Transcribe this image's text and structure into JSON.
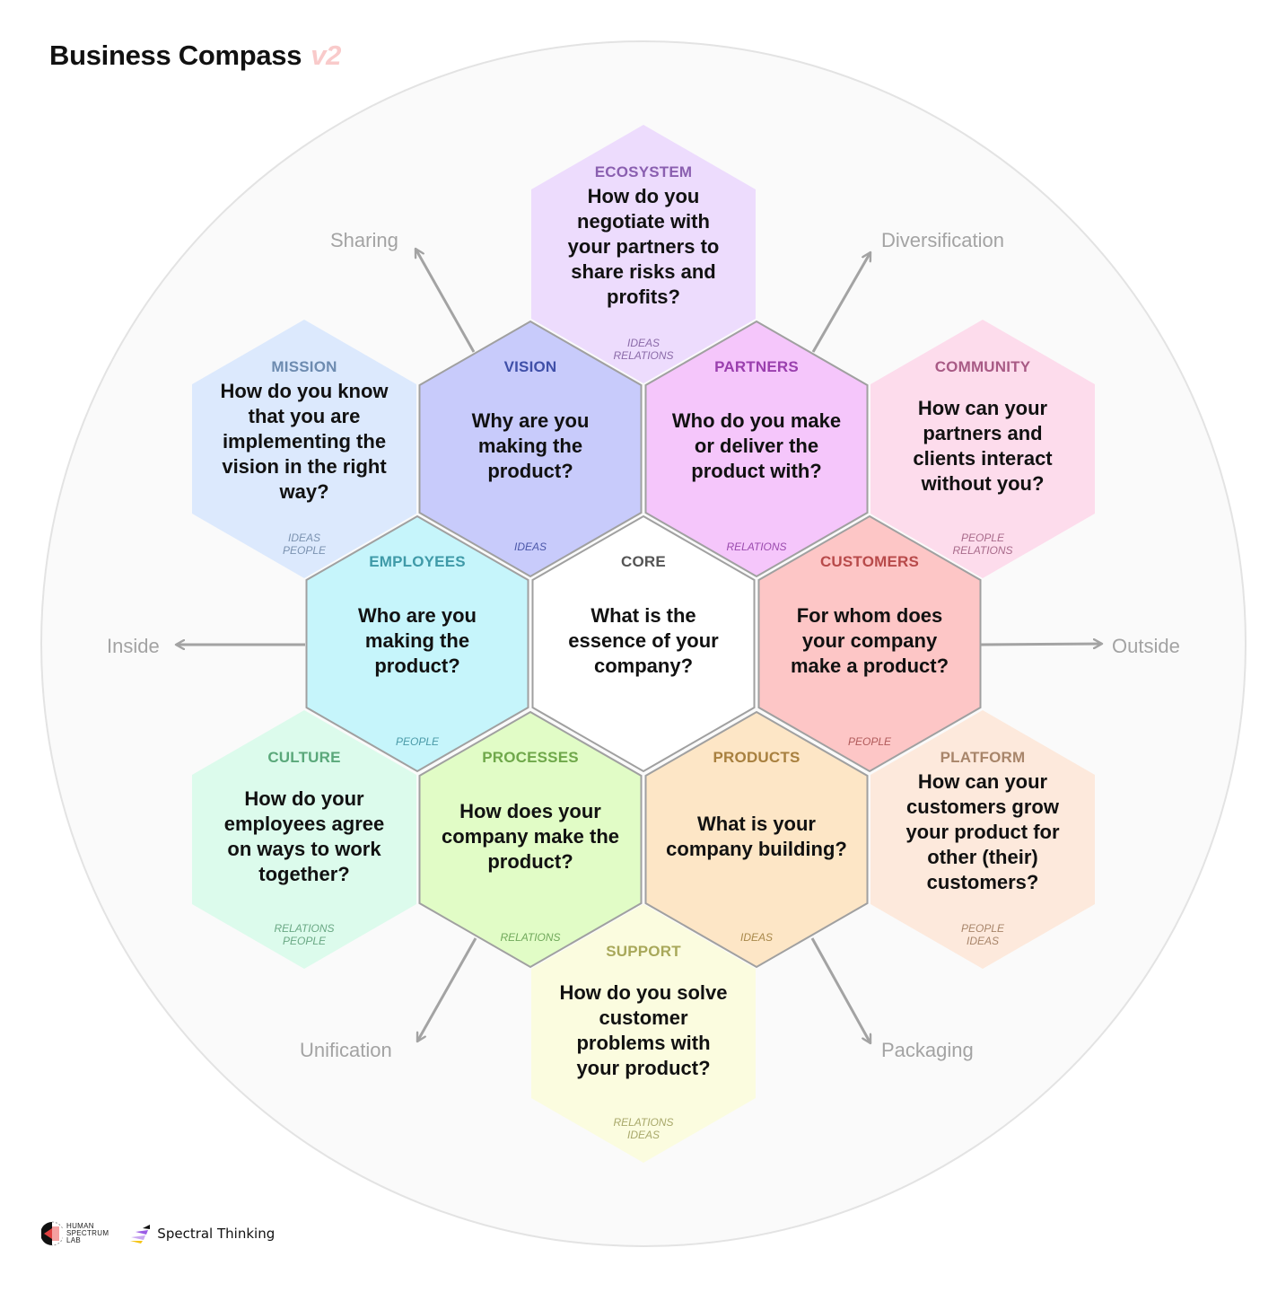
{
  "title": {
    "text": "Business Compass",
    "version": "v2"
  },
  "colors": {
    "background": "#ffffff",
    "circle_fill": "#fafafa",
    "circle_stroke": "#e3e3e3",
    "arrow": "#a3a3a3",
    "hex_stroke": "#a0a0a0"
  },
  "directions": [
    {
      "id": "sharing",
      "label": "Sharing"
    },
    {
      "id": "diversification",
      "label": "Diversification"
    },
    {
      "id": "inside",
      "label": "Inside"
    },
    {
      "id": "outside",
      "label": "Outside"
    },
    {
      "id": "unification",
      "label": "Unification"
    },
    {
      "id": "packaging",
      "label": "Packaging"
    }
  ],
  "hexes": [
    {
      "id": "ecosystem",
      "label": "ECOSYSTEM",
      "question": [
        "How do you",
        "negotiate with",
        "your partners to",
        "share risks and",
        "profits?"
      ],
      "tags": [
        "IDEAS",
        "RELATIONS"
      ],
      "fill": "#eddcfd",
      "label_color": "#8a5fb0",
      "tag_color": "#8a6aa8",
      "inner": false
    },
    {
      "id": "mission",
      "label": "MISSION",
      "question": [
        "How do you know",
        "that you are",
        "implementing the",
        "vision in the right",
        "way?"
      ],
      "tags": [
        "IDEAS",
        "PEOPLE"
      ],
      "fill": "#dce9fd",
      "label_color": "#6d8bb0",
      "tag_color": "#7b92b0",
      "inner": false
    },
    {
      "id": "vision",
      "label": "VISION",
      "question": [
        "Why are you",
        "making the",
        "product?"
      ],
      "tags": [
        "IDEAS"
      ],
      "fill": "#c8cbfb",
      "label_color": "#3f4fa8",
      "tag_color": "#4a56a8",
      "inner": true
    },
    {
      "id": "partners",
      "label": "PARTNERS",
      "question": [
        "Who do you make",
        "or deliver the",
        "product with?"
      ],
      "tags": [
        "RELATIONS"
      ],
      "fill": "#f5c6fb",
      "label_color": "#9a3fae",
      "tag_color": "#9a4aae",
      "inner": true
    },
    {
      "id": "community",
      "label": "COMMUNITY",
      "question": [
        "How can your",
        "partners and",
        "clients interact",
        "without you?"
      ],
      "tags": [
        "PEOPLE",
        "RELATIONS"
      ],
      "fill": "#fddcec",
      "label_color": "#a85a85",
      "tag_color": "#a86a8a",
      "inner": false
    },
    {
      "id": "employees",
      "label": "EMPLOYEES",
      "question": [
        "Who are you",
        "making the",
        "product?"
      ],
      "tags": [
        "PEOPLE"
      ],
      "fill": "#c6f5fb",
      "label_color": "#3f9aa8",
      "tag_color": "#4a9aa8",
      "inner": true
    },
    {
      "id": "core",
      "label": "CORE",
      "question": [
        "What is the",
        "essence of your",
        "company?"
      ],
      "tags": [],
      "fill": "#ffffff",
      "label_color": "#555555",
      "tag_color": "#777777",
      "inner": true
    },
    {
      "id": "customers",
      "label": "CUSTOMERS",
      "question": [
        "For whom does",
        "your company",
        "make a product?"
      ],
      "tags": [
        "PEOPLE"
      ],
      "fill": "#fdc6c6",
      "label_color": "#b84a4a",
      "tag_color": "#b05a5a",
      "inner": true
    },
    {
      "id": "culture",
      "label": "CULTURE",
      "question": [
        "How do your",
        "employees agree",
        "on ways to work",
        "together?"
      ],
      "tags": [
        "RELATIONS",
        "PEOPLE"
      ],
      "fill": "#dcfbec",
      "label_color": "#5aa87a",
      "tag_color": "#6aa884",
      "inner": false
    },
    {
      "id": "processes",
      "label": "PROCESSES",
      "question": [
        "How does your",
        "company make the",
        "product?"
      ],
      "tags": [
        "RELATIONS"
      ],
      "fill": "#e1fcc6",
      "label_color": "#6fa84a",
      "tag_color": "#6fa85a",
      "inner": true
    },
    {
      "id": "products",
      "label": "PRODUCTS",
      "question": [
        "What is your",
        "company building?"
      ],
      "tags": [
        "IDEAS"
      ],
      "fill": "#fde6c6",
      "label_color": "#a8803f",
      "tag_color": "#a8884a",
      "inner": true
    },
    {
      "id": "platform",
      "label": "PLATFORM",
      "question": [
        "How can your",
        "customers grow",
        "your product for",
        "other (their)",
        "customers?"
      ],
      "tags": [
        "PEOPLE",
        "IDEAS"
      ],
      "fill": "#fde9dc",
      "label_color": "#a8856a",
      "tag_color": "#a8856a",
      "inner": false
    },
    {
      "id": "support",
      "label": "SUPPORT",
      "question": [
        "How do you solve",
        "customer",
        "problems with",
        "your product?"
      ],
      "tags": [
        "RELATIONS",
        "IDEAS"
      ],
      "fill": "#fbfcdf",
      "label_color": "#a8a85a",
      "tag_color": "#a8a86a",
      "inner": false
    }
  ],
  "logos": {
    "human_spectrum_lab": [
      "HUMAN",
      "SPECTRUM",
      "LAB"
    ],
    "spectral_thinking": "Spectral Thinking"
  }
}
